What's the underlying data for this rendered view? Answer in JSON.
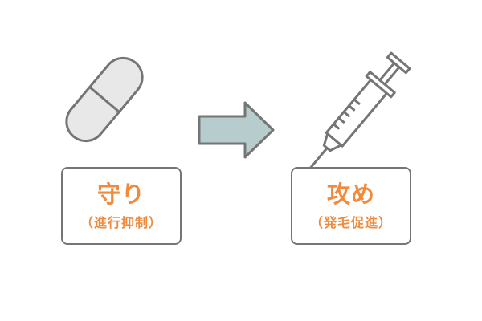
{
  "colors": {
    "accent": "#f08a3c",
    "outline": "#757575",
    "arrow_fill": "#b7cdcd",
    "capsule_fill": "#e8e8e8"
  },
  "left": {
    "icon": "capsule-icon",
    "title": "守り",
    "subtitle": "（進行抑制）"
  },
  "arrow": {
    "icon": "right-arrow-icon"
  },
  "right": {
    "icon": "syringe-icon",
    "title": "攻め",
    "subtitle": "（発毛促進）"
  }
}
